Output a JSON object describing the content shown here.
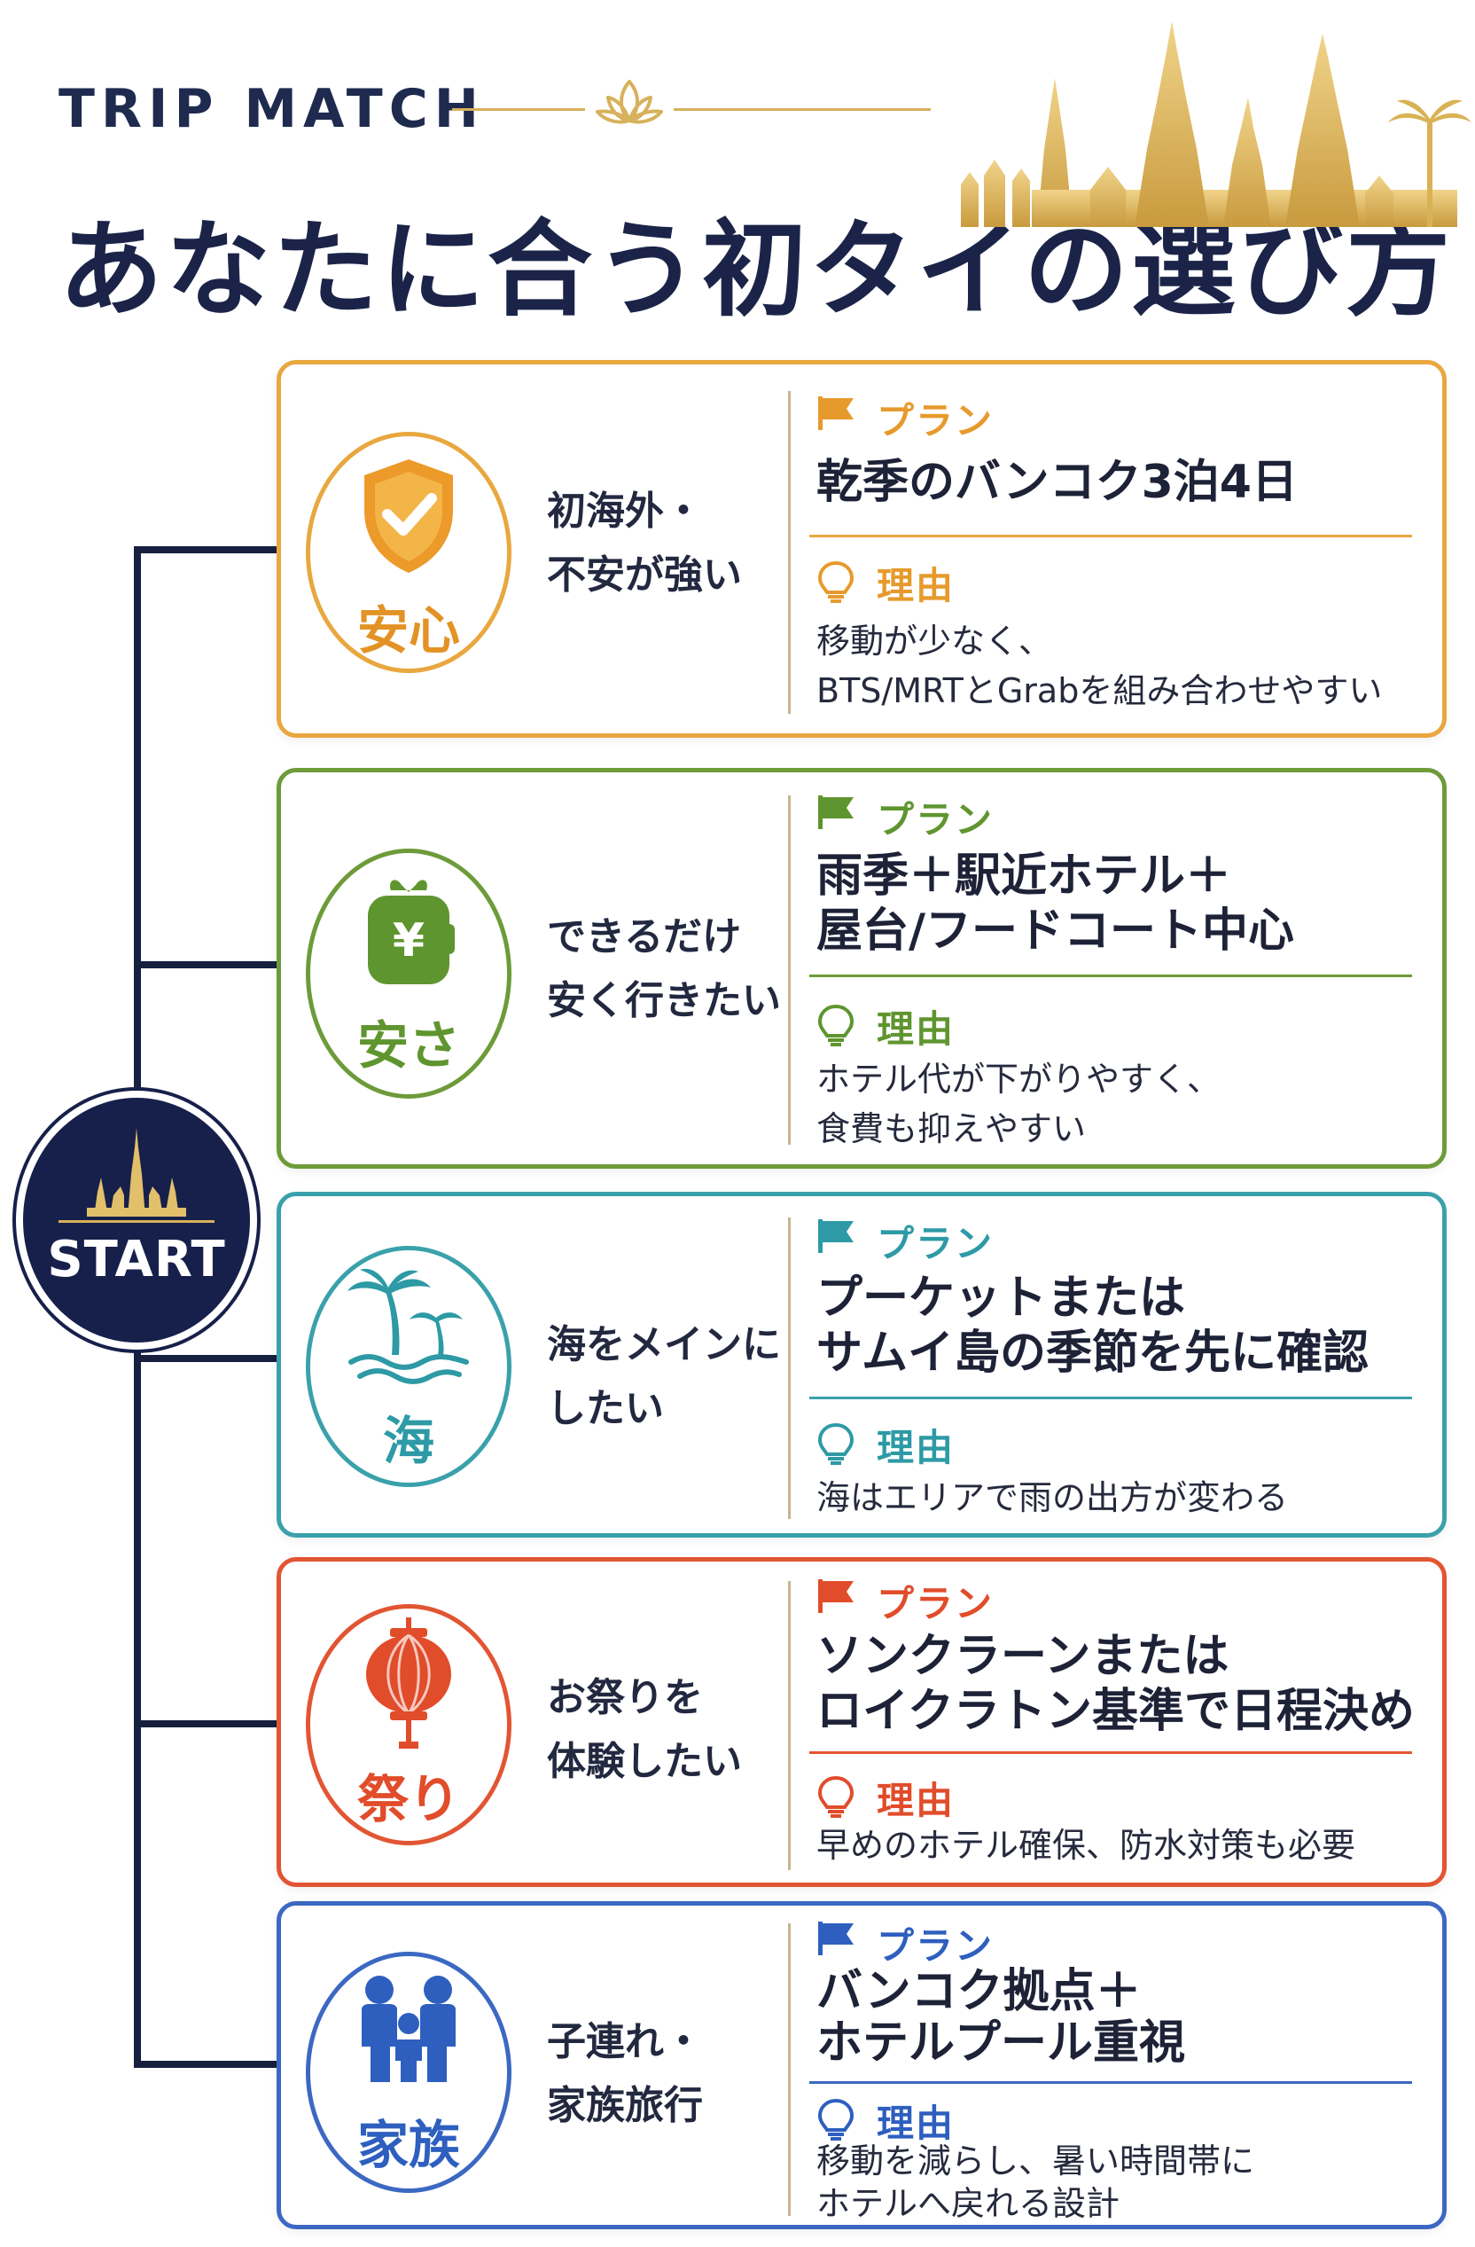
{
  "header": {
    "brand": "TRIP MATCH",
    "title": "あなたに合う初タイの選び方"
  },
  "start": {
    "label": "START"
  },
  "colors": {
    "navy": "#16204a",
    "gold": "#d7b15b",
    "anshin": "#e79a2c",
    "yasusa": "#5f952f",
    "umi": "#2d9aa5",
    "matsuri": "#e14c2a",
    "kazoku": "#2e5fbf"
  },
  "cards": [
    {
      "key": "anshin",
      "icon": "shield-check-icon",
      "icon_label": "安心",
      "condition": [
        "初海外・",
        "不安が強い"
      ],
      "plan_label": "プラン",
      "plan": [
        "乾季のバンコク3泊4日"
      ],
      "reason_label": "理由",
      "reason": [
        "移動が少なく、",
        "BTS/MRTとGrabを組み合わせやすい"
      ]
    },
    {
      "key": "yasusa",
      "icon": "yen-wallet-icon",
      "icon_label": "安さ",
      "condition": [
        "できるだけ",
        "安く行きたい"
      ],
      "plan_label": "プラン",
      "plan": [
        "雨季＋駅近ホテル＋",
        "屋台/フードコート中心"
      ],
      "reason_label": "理由",
      "reason": [
        "ホテル代が下がりやすく、",
        "食費も抑えやすい"
      ]
    },
    {
      "key": "umi",
      "icon": "palm-beach-icon",
      "icon_label": "海",
      "condition": [
        "海をメインに",
        "したい"
      ],
      "plan_label": "プラン",
      "plan": [
        "プーケットまたは",
        "サムイ島の季節を先に確認"
      ],
      "reason_label": "理由",
      "reason": [
        "海はエリアで雨の出方が変わる"
      ]
    },
    {
      "key": "matsuri",
      "icon": "lantern-icon",
      "icon_label": "祭り",
      "condition": [
        "お祭りを",
        "体験したい"
      ],
      "plan_label": "プラン",
      "plan": [
        "ソンクラーンまたは",
        "ロイクラトン基準で日程決め"
      ],
      "reason_label": "理由",
      "reason": [
        "早めのホテル確保、防水対策も必要"
      ]
    },
    {
      "key": "kazoku",
      "icon": "family-icon",
      "icon_label": "家族",
      "condition": [
        "子連れ・",
        "家族旅行"
      ],
      "plan_label": "プラン",
      "plan": [
        "バンコク拠点＋",
        "ホテルプール重視"
      ],
      "reason_label": "理由",
      "reason": [
        "移動を減らし、暑い時間帯に",
        "ホテルへ戻れる設計"
      ]
    }
  ]
}
